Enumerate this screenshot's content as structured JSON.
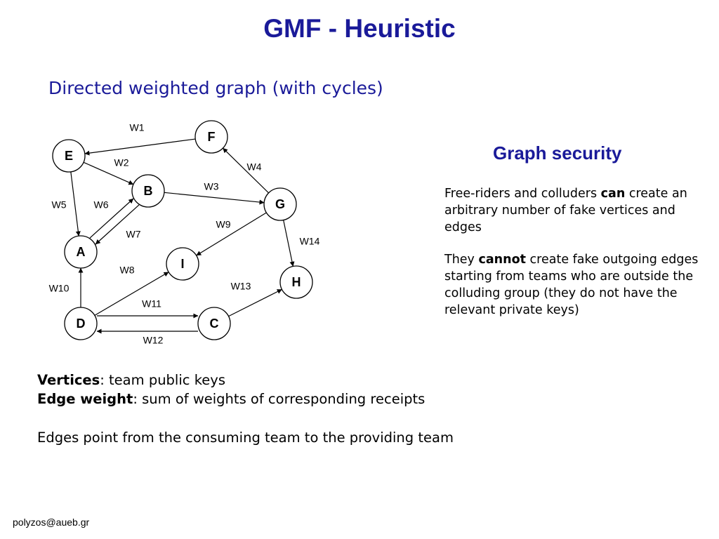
{
  "slide": {
    "title": "GMF - Heuristic",
    "subtitle": "Directed weighted graph (with cycles)",
    "footer": "polyzos@aueb.gr"
  },
  "security": {
    "title": "Graph security",
    "p1_before": "Free-riders and colluders ",
    "p1_bold": "can",
    "p1_after": " create an arbitrary number of fake vertices and edges",
    "p2_before": "They ",
    "p2_bold": "cannot",
    "p2_after": " create fake outgoing edges starting from teams who are outside the colluding group (they do not have the relevant private keys)"
  },
  "definitions": {
    "vertices_term": "Vertices",
    "vertices_text": ": team public keys",
    "weight_term": "Edge weight",
    "weight_text": ": sum of weights of corresponding receipts",
    "edges_note": "Edges point from the consuming team to the providing team"
  },
  "graph": {
    "nodes": [
      "F",
      "E",
      "B",
      "G",
      "A",
      "I",
      "H",
      "D",
      "C"
    ],
    "edges": [
      {
        "from": "F",
        "to": "E",
        "label": "W1"
      },
      {
        "from": "E",
        "to": "B",
        "label": "W2"
      },
      {
        "from": "B",
        "to": "G",
        "label": "W3"
      },
      {
        "from": "G",
        "to": "F",
        "label": "W4"
      },
      {
        "from": "E",
        "to": "A",
        "label": "W5"
      },
      {
        "from": "B",
        "to": "A",
        "label": "W6"
      },
      {
        "from": "A",
        "to": "B",
        "label": "W7"
      },
      {
        "from": "D",
        "to": "I",
        "label": "W8"
      },
      {
        "from": "G",
        "to": "I",
        "label": "W9"
      },
      {
        "from": "D",
        "to": "A",
        "label": "W10"
      },
      {
        "from": "C",
        "to": "D",
        "label": "W11"
      },
      {
        "from": "D",
        "to": "C",
        "label": "W12"
      },
      {
        "from": "C",
        "to": "H",
        "label": "W13"
      },
      {
        "from": "G",
        "to": "H",
        "label": "W14"
      }
    ]
  }
}
